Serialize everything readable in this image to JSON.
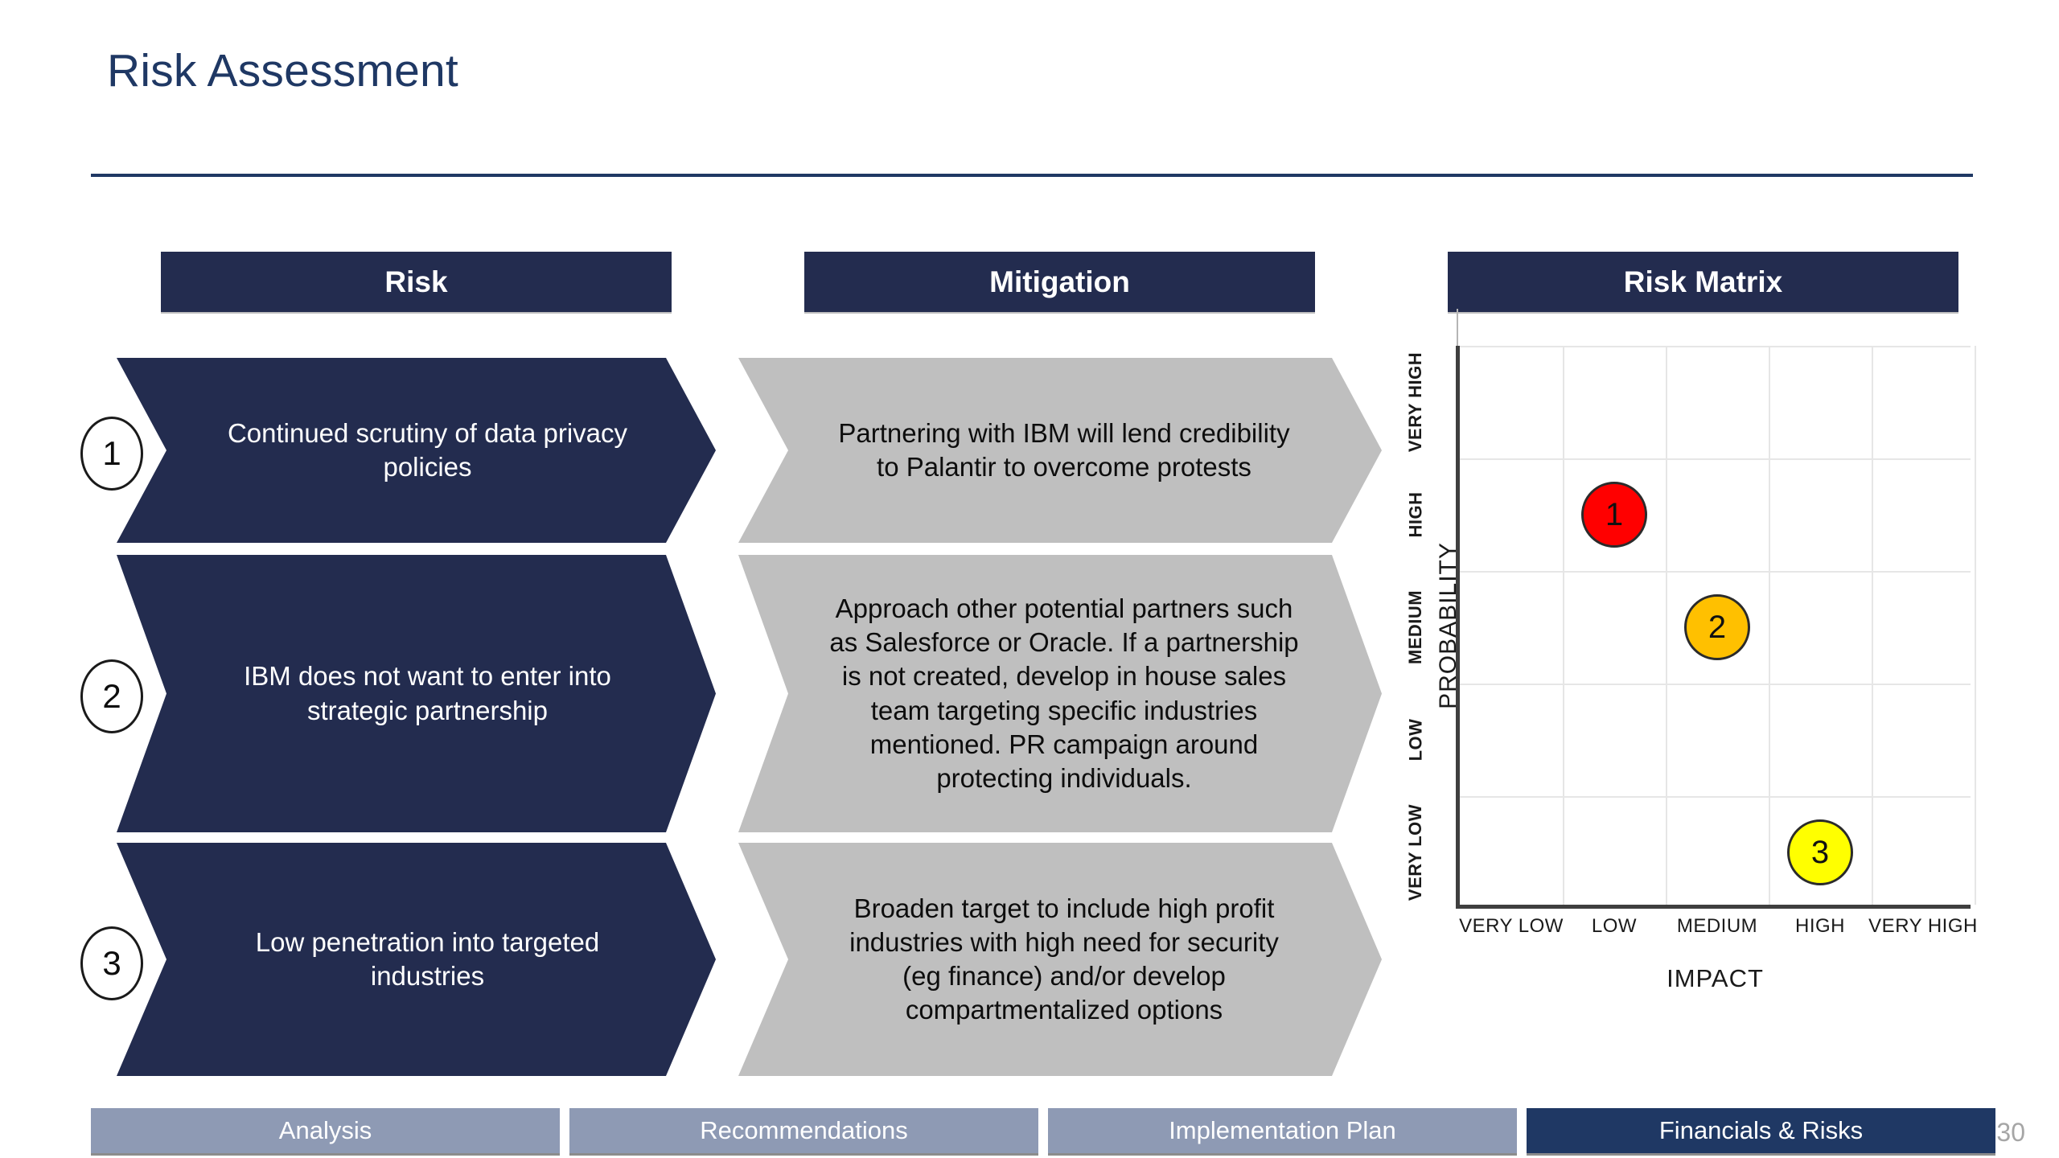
{
  "slide": {
    "title": "Risk Assessment",
    "page_number": "30"
  },
  "columns": {
    "risk_header": "Risk",
    "mitigation_header": "Mitigation",
    "matrix_header": "Risk Matrix"
  },
  "rows": [
    {
      "number": "1",
      "risk": "Continued scrutiny of data privacy policies",
      "mitigation": "Partnering with IBM will lend credibility to Palantir to overcome protests"
    },
    {
      "number": "2",
      "risk": "IBM does not want to enter into strategic partnership",
      "mitigation": "Approach other potential partners such as Salesforce or Oracle. If a partnership is not created, develop in house sales team targeting specific industries mentioned. PR campaign around protecting individuals."
    },
    {
      "number": "3",
      "risk": "Low penetration into targeted industries",
      "mitigation": "Broaden target to include high profit industries with high need for security (eg finance) and/or develop compartmentalized options"
    }
  ],
  "chart_data": {
    "type": "scatter",
    "title": "Risk Matrix",
    "xlabel": "IMPACT",
    "ylabel": "PROBABILITY",
    "x_categories": [
      "VERY LOW",
      "LOW",
      "MEDIUM",
      "HIGH",
      "VERY HIGH"
    ],
    "y_categories": [
      "VERY LOW",
      "LOW",
      "MEDIUM",
      "HIGH",
      "VERY HIGH"
    ],
    "grid": true,
    "legend": "none",
    "points": [
      {
        "label": "1",
        "x": "LOW",
        "y": "HIGH",
        "x_index": 1,
        "y_index": 3,
        "color": "#ff0000",
        "severity": "high"
      },
      {
        "label": "2",
        "x": "MEDIUM",
        "y": "MEDIUM",
        "x_index": 2,
        "y_index": 2,
        "color": "#ffc000",
        "severity": "medium"
      },
      {
        "label": "3",
        "x": "HIGH",
        "y": "VERY LOW",
        "x_index": 3,
        "y_index": 0,
        "color": "#ffff00",
        "severity": "low"
      }
    ]
  },
  "footer": {
    "tabs": [
      {
        "label": "Analysis",
        "active": false
      },
      {
        "label": "Recommendations",
        "active": false
      },
      {
        "label": "Implementation Plan",
        "active": false
      },
      {
        "label": "Financials & Risks",
        "active": true
      }
    ]
  },
  "theme": {
    "navy": "#232c4f",
    "title_navy": "#1f3864",
    "grey": "#bfbfbf",
    "tab_inactive": "#8e9ab4"
  }
}
